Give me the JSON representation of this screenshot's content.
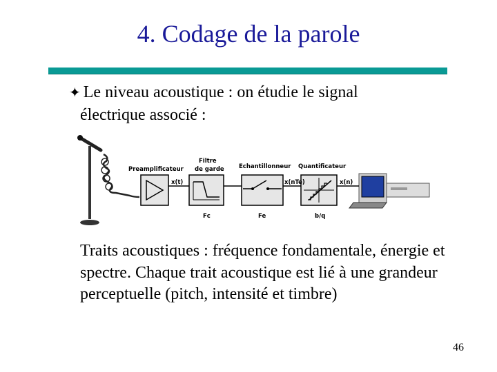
{
  "slide": {
    "title": "4. Codage de la parole",
    "bullet_line1": "Le niveau acoustique : on étudie le signal",
    "bullet_line2": "électrique associé :",
    "paragraph": "Traits acoustiques : fréquence fondamentale, énergie et spectre. Chaque trait acoustique est lié à une grandeur perceptuelle (pitch, intensité et timbre)",
    "page_number": "46"
  },
  "diagram": {
    "preamp_label": "Preamplificateur",
    "filter_label_1": "Filtre",
    "filter_label_2": "de garde",
    "sampler_label": "Echantillonneur",
    "quantizer_label": "Quantificateur",
    "signal_xt": "x(t)",
    "signal_xnte": "x(nTe)",
    "signal_xn": "x(n)",
    "fc_label": "Fc",
    "fe_label": "Fe",
    "bits_label": "b/q"
  },
  "colors": {
    "title": "#1a1a99",
    "rule": "#0a9a95",
    "box_fill": "#e6e6e6",
    "screen": "#1f3fa0"
  },
  "icons": {
    "bullet": "four-pointed-star",
    "microphone": "microphone-icon",
    "computer": "computer-icon"
  }
}
